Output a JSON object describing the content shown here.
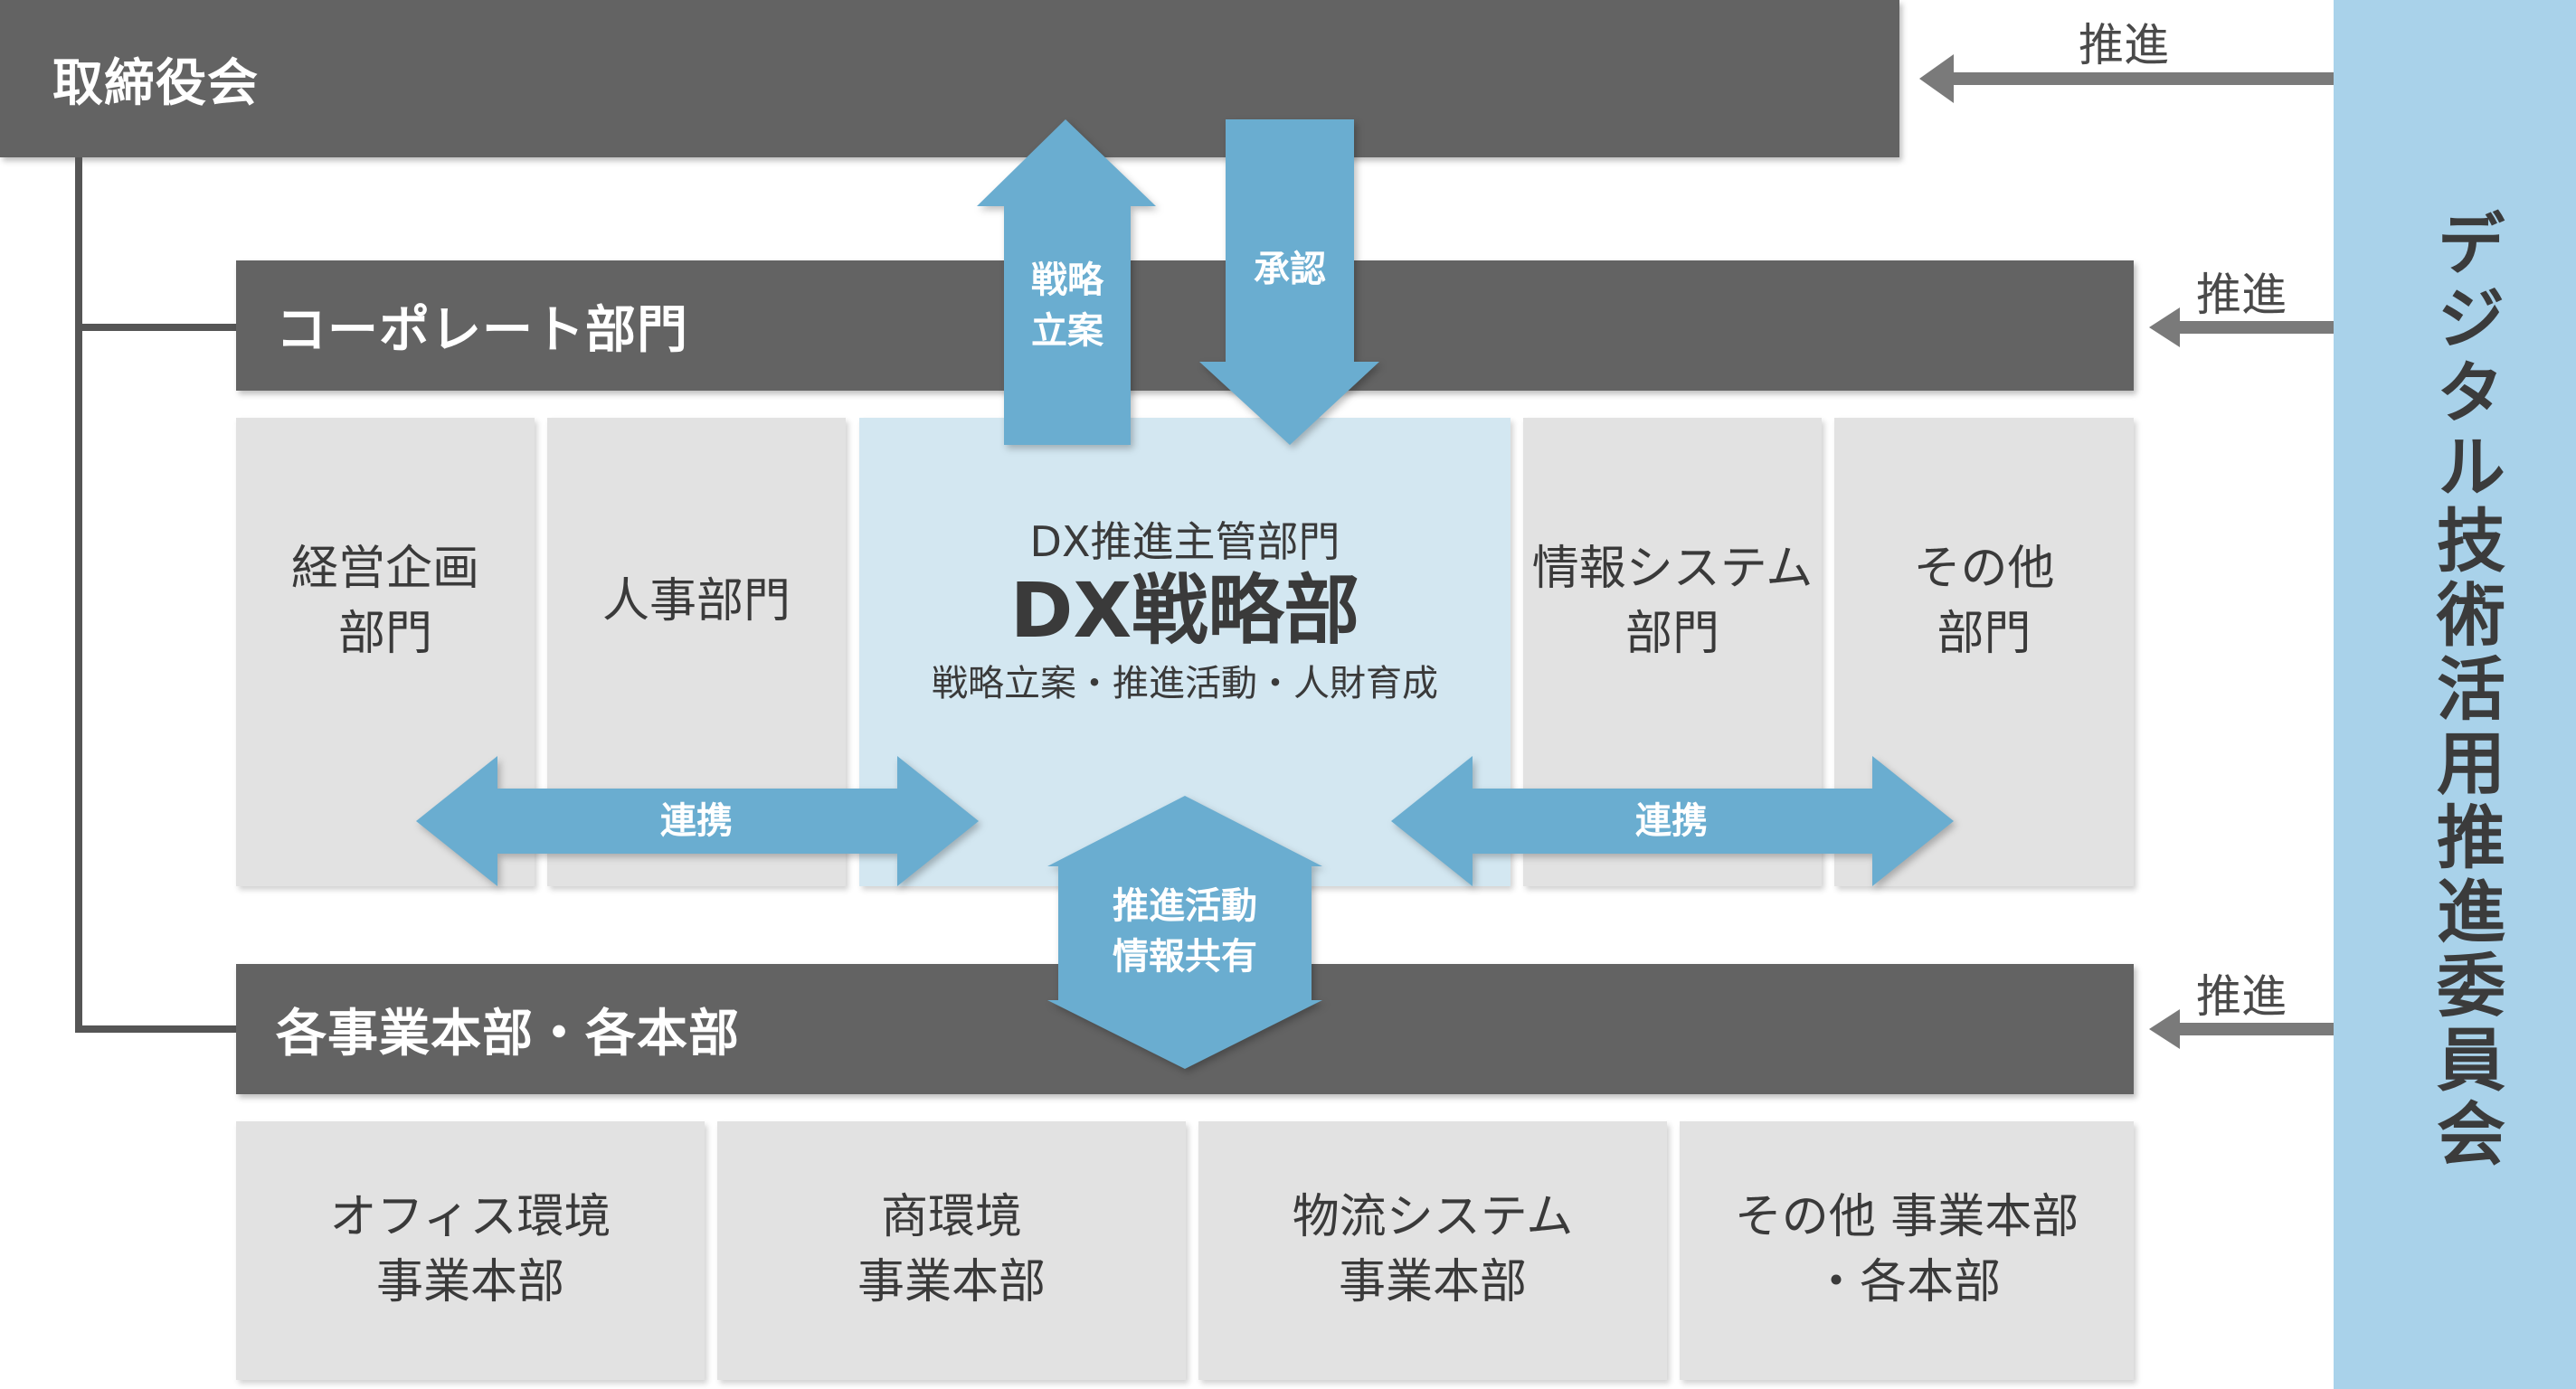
{
  "board": {
    "title": "取締役会"
  },
  "committee": {
    "title": "デジタル技術活用推進委員会"
  },
  "promote_labels": {
    "top": "推進",
    "middle": "推進",
    "bottom": "推進"
  },
  "corporate": {
    "title": "コーポレート部門",
    "units": {
      "management_planning": [
        "経営企画",
        "部門"
      ],
      "hr": [
        "人事部門"
      ],
      "info_system": [
        "情報システム",
        "部門"
      ],
      "other": [
        "その他",
        "部門"
      ]
    }
  },
  "dx": {
    "subtitle": "DX推進主管部門",
    "name": "DX戦略部",
    "roles": "戦略立案・推進活動・人財育成"
  },
  "arrows": {
    "strategy_planning": [
      "戦略",
      "立案"
    ],
    "approval": "承認",
    "collab_left": "連携",
    "collab_right": "連携",
    "promotion_sharing": [
      "推進活動",
      "情報共有"
    ]
  },
  "business": {
    "title": "各事業本部・各本部",
    "units": {
      "office_env": [
        "オフィス環境",
        "事業本部"
      ],
      "commerce_env": [
        "商環境",
        "事業本部"
      ],
      "logistics": [
        "物流システム",
        "事業本部"
      ],
      "other": [
        "その他 事業本部",
        "・各本部"
      ]
    }
  },
  "colors": {
    "bar": "#636363",
    "box": "#e2e2e2",
    "dx_box": "#d3e7f1",
    "arrow_blue": "#6aadd0",
    "committee": "#a9d2ea"
  }
}
